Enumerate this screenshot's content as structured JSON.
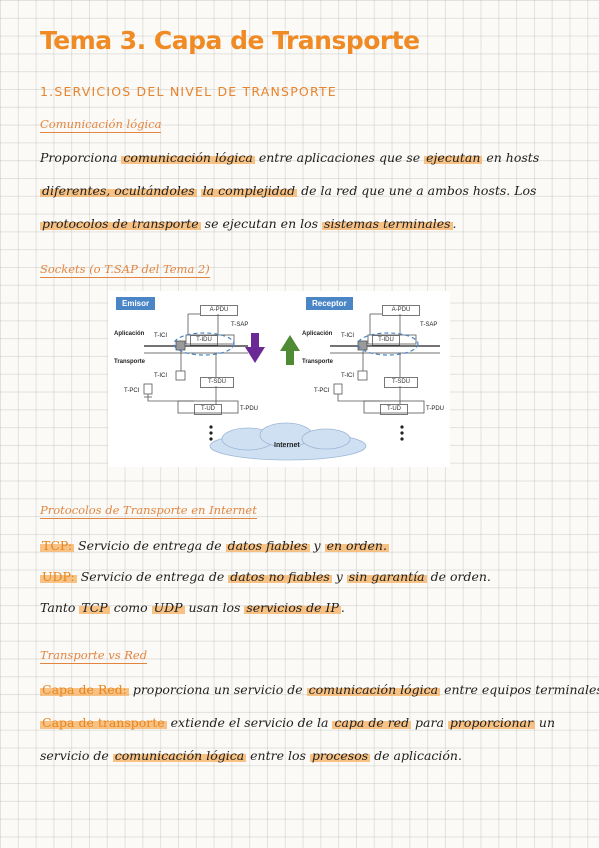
{
  "title": "Tema 3. Capa de Transporte",
  "section1": {
    "heading": "1.SERVICIOS DEL NIVEL DE TRANSPORTE",
    "logical": {
      "label": "Comunicación lógica",
      "line1": {
        "t1": "Proporciona ",
        "h1": "comunicación lógica",
        "t2": " entre aplicaciones que se ",
        "h2": "ejecutan",
        "t3": " en hosts"
      },
      "line2": {
        "h1": "diferentes, ocultándoles",
        "t1": " ",
        "h2": "la complejidad",
        "t2": " de la red que une a ambos hosts. Los"
      },
      "line3": {
        "h1": "protocolos de transporte",
        "t1": " se ejecutan en los ",
        "h2": "sistemas terminales",
        "t2": "."
      }
    },
    "sockets": {
      "label": "Sockets (o T.SAP del Tema 2)",
      "diagram": {
        "sender": "Emisor",
        "receiver": "Receptor",
        "application": "Aplicación",
        "transport": "Transporte",
        "apdu": "A-PDU",
        "tsap": "T-SAP",
        "tici": "T-ICI",
        "tidu": "T-IDU",
        "tsdu": "T-SDU",
        "tpci": "T-PCI",
        "tud": "T-UD",
        "tpdu": "T-PDU",
        "internet": "Internet",
        "arrow_down_color": "#6a2a96",
        "arrow_up_color": "#4f8a35",
        "badge_color": "#4a86c6"
      }
    }
  },
  "protocols": {
    "label": "Protocolos de Transporte en Internet",
    "tcp": {
      "name": "TCP:",
      "t1": " Servicio de entrega de ",
      "h1": "datos fiables",
      "t2": " y ",
      "h2": "en orden."
    },
    "udp": {
      "name": "UDP:",
      "t1": " Servicio de entrega de ",
      "h1": "datos no fiables",
      "t2": " y ",
      "h2": "sin garantía",
      "t3": " de orden."
    },
    "both": {
      "t1": "Tanto ",
      "h1": "TCP",
      "t2": " como ",
      "h2": "UDP",
      "t3": " usan los ",
      "h3": "servicios de IP",
      "t4": "."
    }
  },
  "transport_vs_network": {
    "label": "Transporte vs Red",
    "line1": {
      "h1": "Capa de Red:",
      "t1": " proporciona un servicio de ",
      "h2": "comunicación lógica",
      "t2": " entre equipos terminales."
    },
    "line2": {
      "h1": "Capa de transporte",
      "t1": " extiende el servicio de la ",
      "h2": "capa de red",
      "t2": " para ",
      "h3": "proporcionar",
      "t3": " un"
    },
    "line3": {
      "t1": "servicio de ",
      "h1": "comunicación lógica",
      "t2": " entre los ",
      "h2": "procesos",
      "t3": " de aplicación."
    }
  }
}
